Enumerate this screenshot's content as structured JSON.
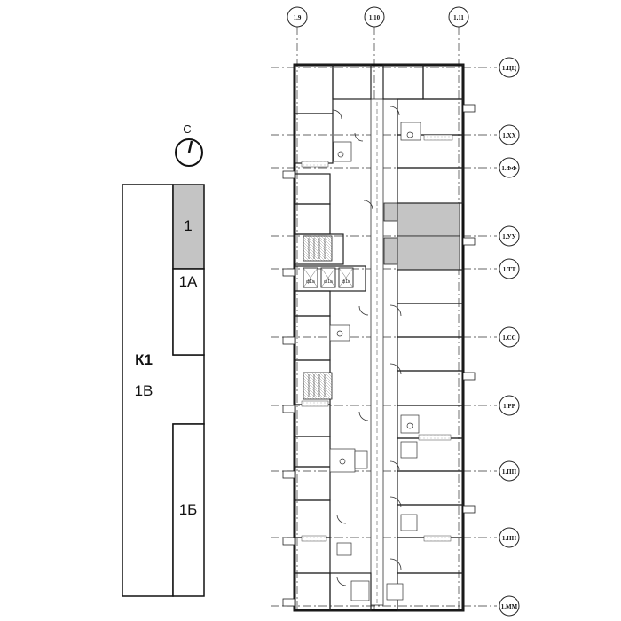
{
  "compass": {
    "label": "С"
  },
  "key_plan": {
    "building": "К1",
    "sections": [
      {
        "id": "1",
        "label": "1",
        "highlighted": true
      },
      {
        "id": "1A",
        "label": "1А",
        "highlighted": false
      },
      {
        "id": "1B",
        "label": "1В",
        "highlighted": false
      },
      {
        "id": "1Б",
        "label": "1Б",
        "highlighted": false
      }
    ]
  },
  "plan": {
    "top_axes": [
      "1.9",
      "1.10",
      "1.11"
    ],
    "right_axes": [
      "1.ЦЦ",
      "1.ХХ",
      "1.ФФ",
      "1.УУ",
      "1.ТТ",
      "1.СС",
      "1.РР",
      "1.ПП",
      "1.НН",
      "1.ММ"
    ],
    "room_labels": [
      "ф1а",
      "ф1а",
      "ф1а"
    ],
    "colors": {
      "highlight": "#c4c4c4",
      "line": "#222222",
      "hatch": "#666666"
    }
  }
}
